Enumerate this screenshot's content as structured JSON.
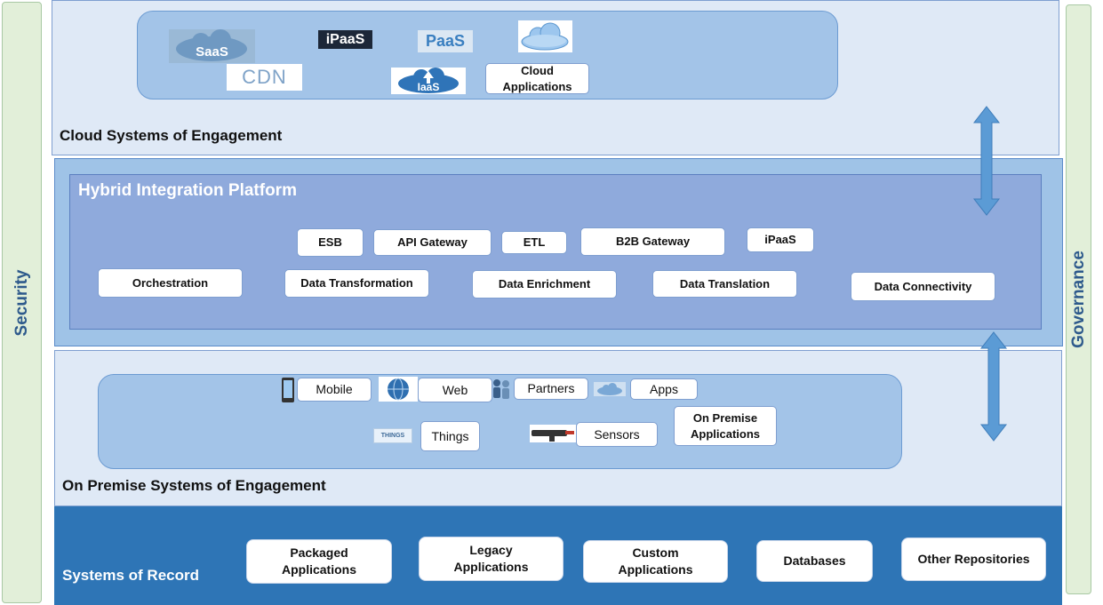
{
  "side_labels": {
    "left": "Security",
    "right": "Governance"
  },
  "cloud": {
    "title": "Cloud Systems of Engagement",
    "logos": {
      "saas": "SaaS",
      "ipaas": "iPaaS",
      "paas": "PaaS",
      "cdn": "CDN",
      "iaas": "IaaS"
    },
    "cloud_applications": "Cloud Applications"
  },
  "hybrid": {
    "title": "Hybrid Integration Platform",
    "row1": [
      "ESB",
      "API Gateway",
      "ETL",
      "B2B Gateway",
      "iPaaS"
    ],
    "row2": [
      "Orchestration",
      "Data Transformation",
      "Data Enrichment",
      "Data Translation",
      "Data Connectivity"
    ]
  },
  "onprem": {
    "title": "On Premise Systems of Engagement",
    "items": [
      "Mobile",
      "Web",
      "Partners",
      "Apps",
      "Things",
      "Sensors",
      "On Premise Applications"
    ],
    "things_badge": "THINGS"
  },
  "record": {
    "title": "Systems of Record",
    "items": [
      "Packaged Applications",
      "Legacy Applications",
      "Custom Applications",
      "Databases",
      "Other Repositories"
    ]
  },
  "colors": {
    "side_fill": "#e2efd9",
    "side_text": "#2e5a8c",
    "cloud_layer": "#dfe9f6",
    "hybrid_outer": "#9fc3e7",
    "hybrid_inner": "#8faadc",
    "record_layer": "#2e75b6",
    "arrow": "#5b9bd5"
  }
}
